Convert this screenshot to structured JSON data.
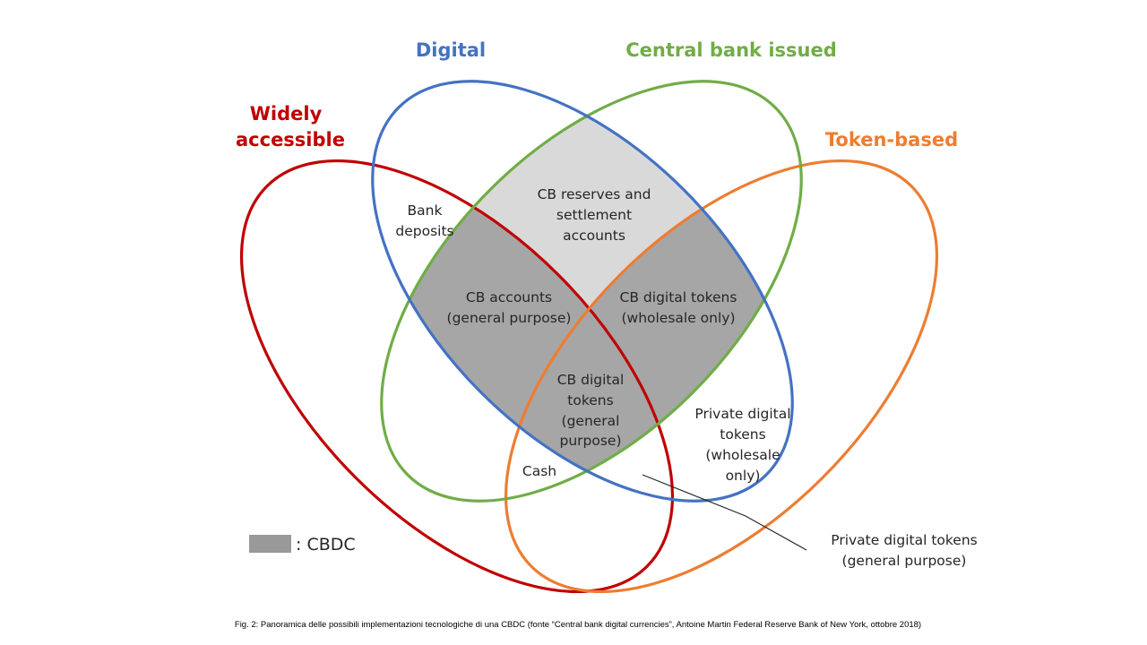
{
  "sets": {
    "digital": {
      "label": "Digital",
      "color": "#4472C4"
    },
    "central_bank_issued": {
      "label": "Central bank issued",
      "color": "#70AD47"
    },
    "widely_accessible": {
      "label_line1": "Widely",
      "label_line2": "accessible",
      "color": "#C00000"
    },
    "token_based": {
      "label": "Token-based",
      "color": "#ED7D31"
    }
  },
  "regions": {
    "bank_deposits": {
      "lines": [
        "Bank",
        "deposits"
      ]
    },
    "cb_reserves": {
      "lines": [
        "CB reserves and",
        "settlement",
        "accounts"
      ]
    },
    "cb_accounts": {
      "lines": [
        "CB accounts",
        "(general purpose)"
      ]
    },
    "cb_digital_tokens_wholesale": {
      "lines": [
        "CB digital tokens",
        "(wholesale only)"
      ]
    },
    "cb_digital_tokens_general": {
      "lines": [
        "CB digital",
        "tokens",
        "(general",
        "purpose)"
      ]
    },
    "cash": {
      "lines": [
        "Cash"
      ]
    },
    "private_digital_tokens_wholesale": {
      "lines": [
        "Private digital",
        "tokens",
        "(wholesale",
        "only)"
      ]
    }
  },
  "annotation": {
    "lines": [
      "Private digital tokens",
      "(general purpose)"
    ]
  },
  "legend": {
    "label": ": CBDC",
    "swatch_color": "#999999"
  },
  "caption": "Fig. 2: Panoramica delle possibili implementazioni tecnologiche di una CBDC (fonte “Central bank digital currencies”, Antoine Martin Federal Reserve Bank of New York, ottobre 2018)"
}
